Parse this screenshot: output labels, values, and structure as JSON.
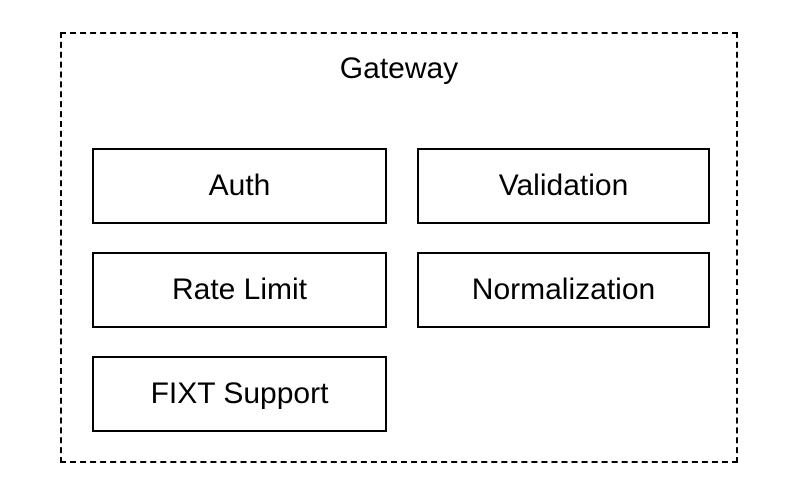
{
  "diagram": {
    "title": "Gateway",
    "modules": [
      {
        "label": "Auth"
      },
      {
        "label": "Validation"
      },
      {
        "label": "Rate Limit"
      },
      {
        "label": "Normalization"
      },
      {
        "label": "FIXT Support"
      }
    ],
    "colors": {
      "border": "#000000",
      "text": "#000000",
      "background": "#ffffff"
    }
  }
}
